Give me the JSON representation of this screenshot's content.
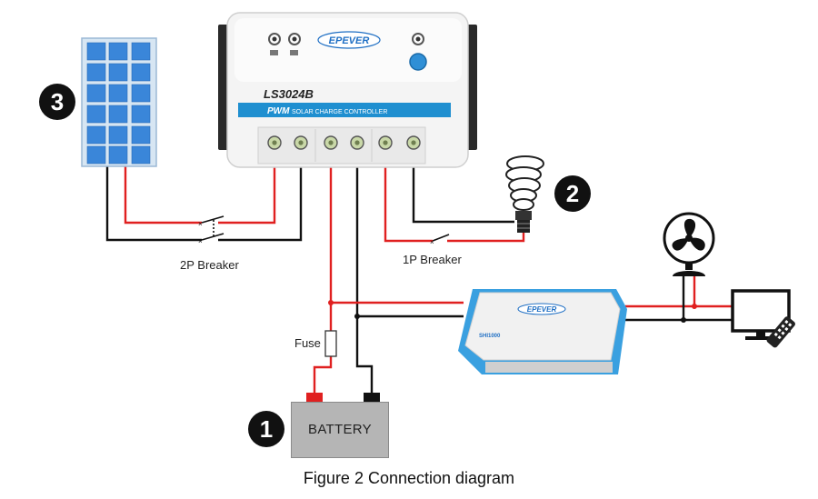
{
  "controller": {
    "brand": "EPEVER",
    "model": "LS3024B",
    "band_prefix": "PWM",
    "band_text": "SOLAR CHARGE CONTROLLER"
  },
  "inverter": {
    "brand": "EPEVER",
    "model": "SHI1000"
  },
  "labels": {
    "breaker_2p": "2P Breaker",
    "breaker_1p": "1P Breaker",
    "fuse": "Fuse",
    "battery": "BATTERY"
  },
  "markers": [
    "1",
    "2",
    "3"
  ],
  "caption": "Figure 2 Connection diagram",
  "colors": {
    "positive_wire": "#e02020",
    "negative_wire": "#111111",
    "controller_band": "#1f8fd0",
    "panel_cell": "#3a86d9",
    "inverter_frame": "#3aa0e0"
  },
  "icons": [
    "solar-panel-icon",
    "bulb-icon",
    "fan-icon",
    "monitor-icon",
    "remote-icon"
  ]
}
